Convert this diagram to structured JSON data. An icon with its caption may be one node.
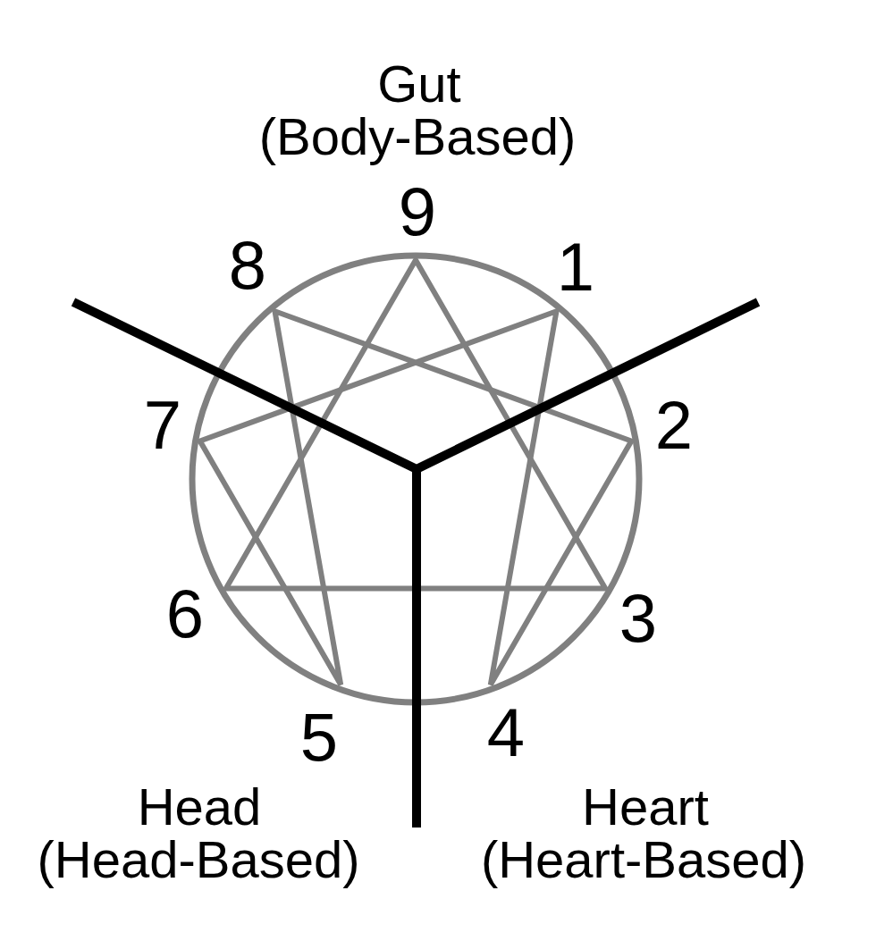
{
  "diagram": {
    "labels": [
      "Gut",
      "(Body-Based)",
      "9",
      "8",
      "1",
      "7",
      "2",
      "6",
      "3",
      "5",
      "4",
      "Head",
      "(Head-Based)",
      "Heart",
      "(Heart-Based)"
    ]
  }
}
